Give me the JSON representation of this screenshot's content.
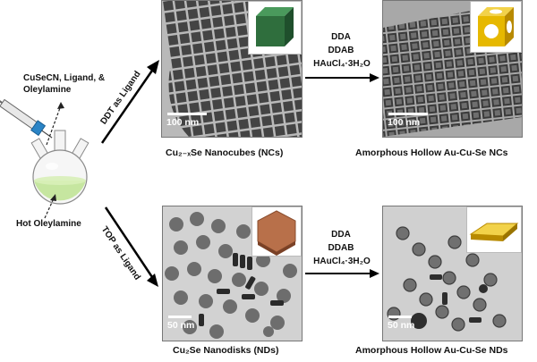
{
  "precursors": {
    "line1": "CuSeCN, Ligand, &",
    "line2": "Oleylamine"
  },
  "solvent_label": "Hot Oleylamine",
  "top_route": {
    "ligand_label": "DDT as Ligand",
    "reagents": [
      "DDA",
      "DDAB"
    ],
    "gold_salt": "HAuCl₄·3H₂O",
    "scale_bar_left": "100 nm",
    "scale_bar_right": "100 nm",
    "product_left": "Cu₂₋ₓSe Nanocubes (NCs)",
    "product_right": "Amorphous Hollow Au-Cu-Se NCs"
  },
  "bottom_route": {
    "ligand_label": "TOP as Ligand",
    "reagents": [
      "DDA",
      "DDAB"
    ],
    "gold_salt": "HAuCl₄·3H₂O",
    "scale_bar_left": "50 nm",
    "scale_bar_right": "50 nm",
    "product_left": "Cu₂Se Nanodisks (NDs)",
    "product_right": "Amorphous Hollow Au-Cu-Se NDs"
  },
  "colors": {
    "cube_green": "#2f6e3d",
    "hex_copper": "#b8704a",
    "gold": "#e6b800",
    "flask_liquid": "#c6e6a0",
    "syringe_blue": "#2a84c6"
  }
}
